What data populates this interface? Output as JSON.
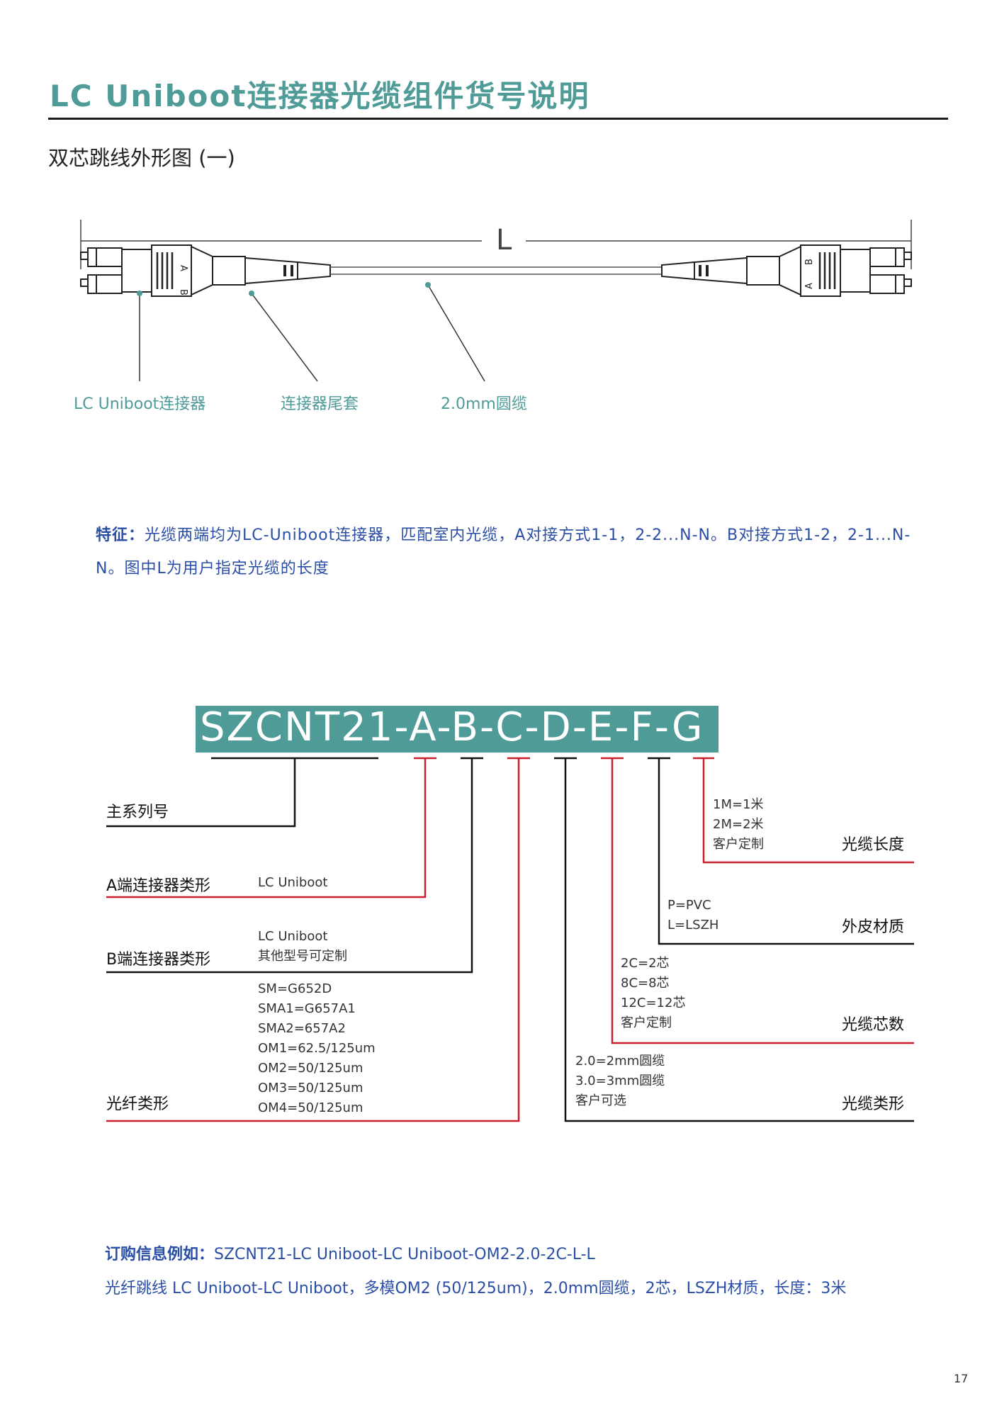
{
  "header": {
    "title": "LC Uniboot连接器光缆组件货号说明",
    "subtitle": "双芯跳线外形图 (一)"
  },
  "diagram": {
    "length_label": "L",
    "connector_label": "LC Uniboot连接器",
    "boot_label": "连接器尾套",
    "cable_label": "2.0mm圆缆",
    "port_a": "A",
    "port_b": "B"
  },
  "feature": {
    "label": "特征：",
    "text": "光缆两端均为LC-Uniboot连接器，匹配室内光缆，A对接方式1-1，2-2...N-N。B对接方式1-2，2-1...N-N。图中L为用户指定光缆的长度"
  },
  "part_code": {
    "code": "SZCNT21-A-B-C-D-E-F-G"
  },
  "fields_left": {
    "main_series": "主系列号",
    "a_connector": "A端连接器类形",
    "a_options": [
      "LC Uniboot"
    ],
    "b_connector": "B端连接器类形",
    "b_options": [
      "LC Uniboot",
      "其他型号可定制"
    ],
    "fiber_type": "光纤类形",
    "fiber_options": [
      "SM=G652D",
      "SMA1=G657A1",
      "SMA2=657A2",
      "OM1=62.5/125um",
      "OM2=50/125um",
      "OM3=50/125um",
      "OM4=50/125um"
    ]
  },
  "fields_right": {
    "length": "光缆长度",
    "length_options": [
      "1M=1米",
      "2M=2米",
      "客户定制"
    ],
    "jacket": "外皮材质",
    "jacket_options": [
      "P=PVC",
      "L=LSZH"
    ],
    "cores": "光缆芯数",
    "cores_options": [
      "2C=2芯",
      "8C=8芯",
      "12C=12芯",
      "客户定制"
    ],
    "cable_type": "光缆类形",
    "cable_options": [
      "2.0=2mm圆缆",
      "3.0=3mm圆缆",
      "客户可选"
    ]
  },
  "order": {
    "label": "订购信息例如：",
    "example": "SZCNT21-LC Uniboot-LC Uniboot-OM2-2.0-2C-L-L",
    "description": "光纤跳线 LC Uniboot-LC Uniboot，多模OM2 (50/125um)，2.0mm圆缆，2芯，LSZH材质，长度：3米"
  },
  "page_number": "17",
  "colors": {
    "accent": "#4e9b98",
    "red": "#c8202c",
    "blue": "#2a4ea6"
  }
}
